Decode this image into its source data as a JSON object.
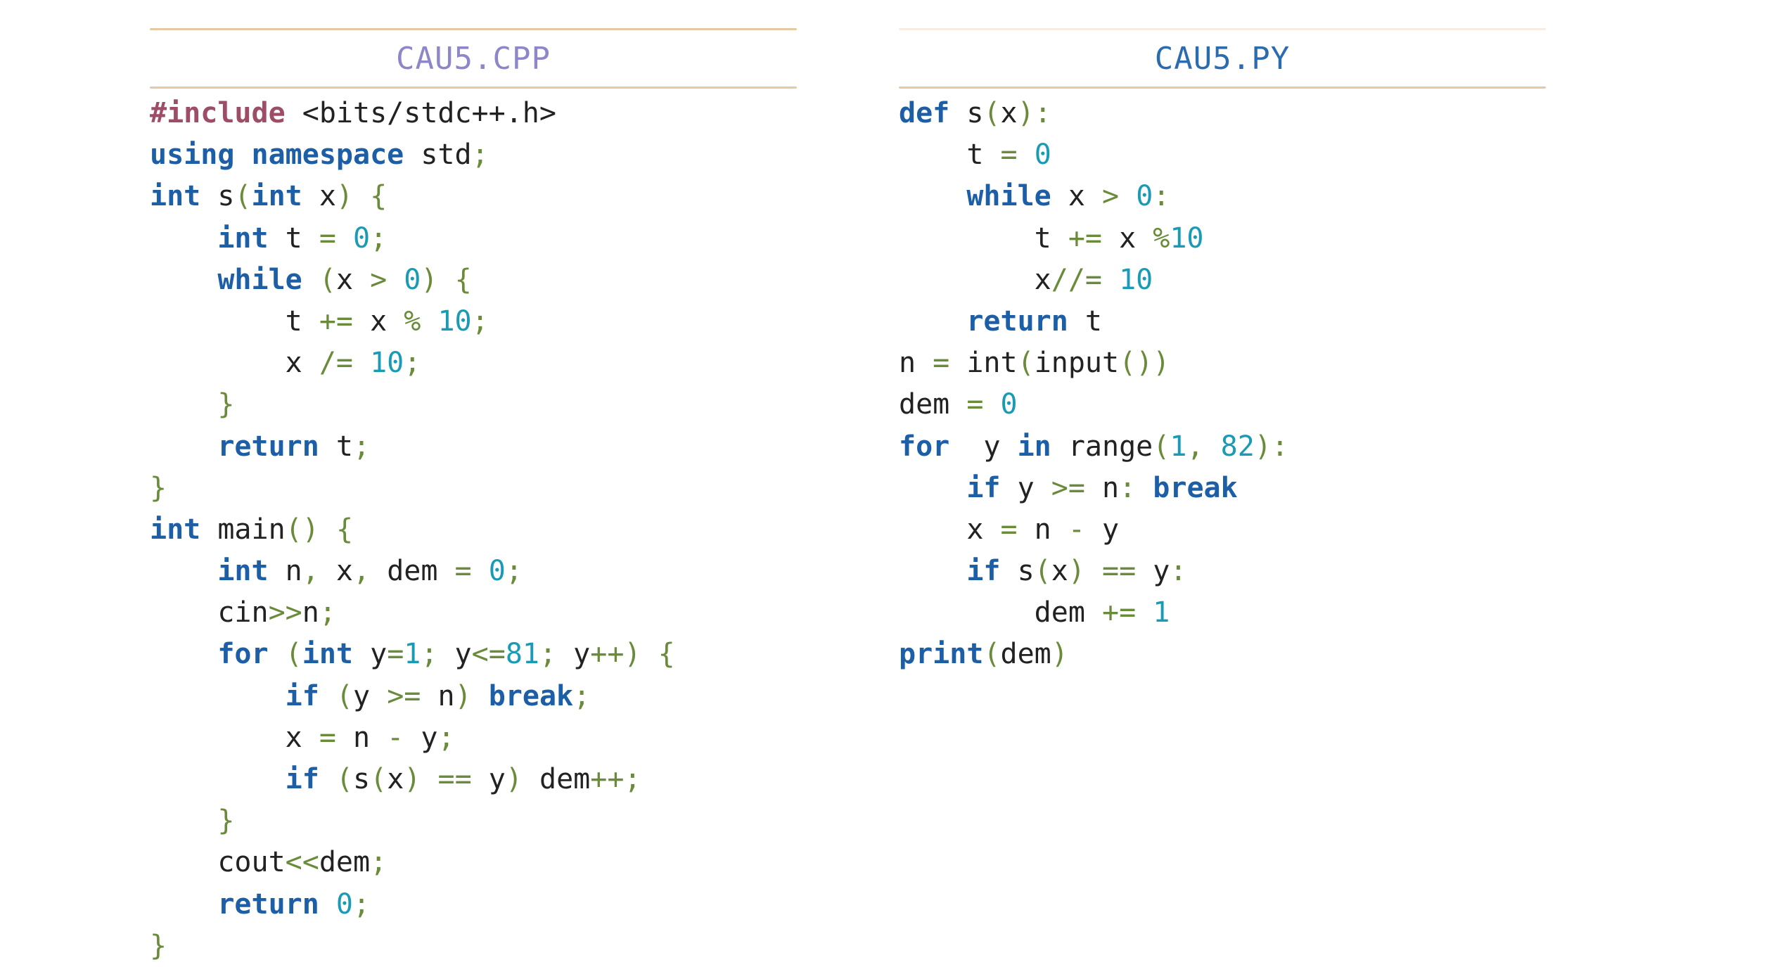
{
  "colors": {
    "keyword": "#1d5fa6",
    "preprocessor": "#9d4e66",
    "number": "#1a9bb5",
    "operator": "#6a8c3a",
    "identifier": "#222222",
    "rule": "#e5c9a3",
    "cpp_title": "#8d86c9",
    "py_title": "#2b6cb0"
  },
  "panels": [
    {
      "title": "CAU5.CPP",
      "lines": [
        [
          [
            "pp",
            "#include"
          ],
          [
            "id",
            " <bits/stdc++.h>"
          ]
        ],
        [
          [
            "kw",
            "using"
          ],
          [
            "id",
            " "
          ],
          [
            "kw",
            "namespace"
          ],
          [
            "id",
            " std"
          ],
          [
            "op",
            ";"
          ]
        ],
        [
          [
            "kw",
            "int"
          ],
          [
            "id",
            " s"
          ],
          [
            "op",
            "("
          ],
          [
            "kw",
            "int"
          ],
          [
            "id",
            " x"
          ],
          [
            "op",
            ")"
          ],
          [
            "id",
            " "
          ],
          [
            "op",
            "{"
          ]
        ],
        [
          [
            "id",
            "    "
          ],
          [
            "kw",
            "int"
          ],
          [
            "id",
            " t "
          ],
          [
            "op",
            "="
          ],
          [
            "id",
            " "
          ],
          [
            "num",
            "0"
          ],
          [
            "op",
            ";"
          ]
        ],
        [
          [
            "id",
            "    "
          ],
          [
            "kw",
            "while"
          ],
          [
            "id",
            " "
          ],
          [
            "op",
            "("
          ],
          [
            "id",
            "x "
          ],
          [
            "op",
            ">"
          ],
          [
            "id",
            " "
          ],
          [
            "num",
            "0"
          ],
          [
            "op",
            ")"
          ],
          [
            "id",
            " "
          ],
          [
            "op",
            "{"
          ]
        ],
        [
          [
            "id",
            "        t "
          ],
          [
            "op",
            "+="
          ],
          [
            "id",
            " x "
          ],
          [
            "op",
            "%"
          ],
          [
            "id",
            " "
          ],
          [
            "num",
            "10"
          ],
          [
            "op",
            ";"
          ]
        ],
        [
          [
            "id",
            "        x "
          ],
          [
            "op",
            "/="
          ],
          [
            "id",
            " "
          ],
          [
            "num",
            "10"
          ],
          [
            "op",
            ";"
          ]
        ],
        [
          [
            "id",
            "    "
          ],
          [
            "op",
            "}"
          ]
        ],
        [
          [
            "id",
            "    "
          ],
          [
            "kw",
            "return"
          ],
          [
            "id",
            " t"
          ],
          [
            "op",
            ";"
          ]
        ],
        [
          [
            "op",
            "}"
          ]
        ],
        [
          [
            "kw",
            "int"
          ],
          [
            "id",
            " main"
          ],
          [
            "op",
            "()"
          ],
          [
            "id",
            " "
          ],
          [
            "op",
            "{"
          ]
        ],
        [
          [
            "id",
            "    "
          ],
          [
            "kw",
            "int"
          ],
          [
            "id",
            " n"
          ],
          [
            "op",
            ","
          ],
          [
            "id",
            " x"
          ],
          [
            "op",
            ","
          ],
          [
            "id",
            " dem "
          ],
          [
            "op",
            "="
          ],
          [
            "id",
            " "
          ],
          [
            "num",
            "0"
          ],
          [
            "op",
            ";"
          ]
        ],
        [
          [
            "id",
            "    cin"
          ],
          [
            "op",
            ">>"
          ],
          [
            "id",
            "n"
          ],
          [
            "op",
            ";"
          ]
        ],
        [
          [
            "id",
            "    "
          ],
          [
            "kw",
            "for"
          ],
          [
            "id",
            " "
          ],
          [
            "op",
            "("
          ],
          [
            "kw",
            "int"
          ],
          [
            "id",
            " y"
          ],
          [
            "op",
            "="
          ],
          [
            "num",
            "1"
          ],
          [
            "op",
            ";"
          ],
          [
            "id",
            " y"
          ],
          [
            "op",
            "<="
          ],
          [
            "num",
            "81"
          ],
          [
            "op",
            ";"
          ],
          [
            "id",
            " y"
          ],
          [
            "op",
            "++)"
          ],
          [
            "id",
            " "
          ],
          [
            "op",
            "{"
          ]
        ],
        [
          [
            "id",
            "        "
          ],
          [
            "kw",
            "if"
          ],
          [
            "id",
            " "
          ],
          [
            "op",
            "("
          ],
          [
            "id",
            "y "
          ],
          [
            "op",
            ">="
          ],
          [
            "id",
            " n"
          ],
          [
            "op",
            ")"
          ],
          [
            "id",
            " "
          ],
          [
            "kw",
            "break"
          ],
          [
            "op",
            ";"
          ]
        ],
        [
          [
            "id",
            "        x "
          ],
          [
            "op",
            "="
          ],
          [
            "id",
            " n "
          ],
          [
            "op",
            "-"
          ],
          [
            "id",
            " y"
          ],
          [
            "op",
            ";"
          ]
        ],
        [
          [
            "id",
            "        "
          ],
          [
            "kw",
            "if"
          ],
          [
            "id",
            " "
          ],
          [
            "op",
            "("
          ],
          [
            "id",
            "s"
          ],
          [
            "op",
            "("
          ],
          [
            "id",
            "x"
          ],
          [
            "op",
            ")"
          ],
          [
            "id",
            " "
          ],
          [
            "op",
            "=="
          ],
          [
            "id",
            " y"
          ],
          [
            "op",
            ")"
          ],
          [
            "id",
            " dem"
          ],
          [
            "op",
            "++;"
          ]
        ],
        [
          [
            "id",
            "    "
          ],
          [
            "op",
            "}"
          ]
        ],
        [
          [
            "id",
            "    cout"
          ],
          [
            "op",
            "<<"
          ],
          [
            "id",
            "dem"
          ],
          [
            "op",
            ";"
          ]
        ],
        [
          [
            "id",
            "    "
          ],
          [
            "kw",
            "return"
          ],
          [
            "id",
            " "
          ],
          [
            "num",
            "0"
          ],
          [
            "op",
            ";"
          ]
        ],
        [
          [
            "op",
            "}"
          ]
        ]
      ]
    },
    {
      "title": "CAU5.PY",
      "lines": [
        [
          [
            "kw",
            "def"
          ],
          [
            "id",
            " s"
          ],
          [
            "op",
            "("
          ],
          [
            "id",
            "x"
          ],
          [
            "op",
            "):"
          ]
        ],
        [
          [
            "id",
            "    t "
          ],
          [
            "op",
            "="
          ],
          [
            "id",
            " "
          ],
          [
            "num",
            "0"
          ]
        ],
        [
          [
            "id",
            "    "
          ],
          [
            "kw",
            "while"
          ],
          [
            "id",
            " x "
          ],
          [
            "op",
            ">"
          ],
          [
            "id",
            " "
          ],
          [
            "num",
            "0"
          ],
          [
            "op",
            ":"
          ]
        ],
        [
          [
            "id",
            "        t "
          ],
          [
            "op",
            "+="
          ],
          [
            "id",
            " x "
          ],
          [
            "op",
            "%"
          ],
          [
            "num",
            "10"
          ]
        ],
        [
          [
            "id",
            "        x"
          ],
          [
            "op",
            "//="
          ],
          [
            "id",
            " "
          ],
          [
            "num",
            "10"
          ]
        ],
        [
          [
            "id",
            "    "
          ],
          [
            "kw",
            "return"
          ],
          [
            "id",
            " t"
          ]
        ],
        [
          [
            "id",
            "n "
          ],
          [
            "op",
            "="
          ],
          [
            "id",
            " int"
          ],
          [
            "op",
            "("
          ],
          [
            "id",
            "input"
          ],
          [
            "op",
            "())"
          ]
        ],
        [
          [
            "id",
            "dem "
          ],
          [
            "op",
            "="
          ],
          [
            "id",
            " "
          ],
          [
            "num",
            "0"
          ]
        ],
        [
          [
            "kw",
            "for"
          ],
          [
            "id",
            "  y "
          ],
          [
            "kw",
            "in"
          ],
          [
            "id",
            " range"
          ],
          [
            "op",
            "("
          ],
          [
            "num",
            "1"
          ],
          [
            "op",
            ","
          ],
          [
            "id",
            " "
          ],
          [
            "num",
            "82"
          ],
          [
            "op",
            "):"
          ]
        ],
        [
          [
            "id",
            "    "
          ],
          [
            "kw",
            "if"
          ],
          [
            "id",
            " y "
          ],
          [
            "op",
            ">="
          ],
          [
            "id",
            " n"
          ],
          [
            "op",
            ":"
          ],
          [
            "id",
            " "
          ],
          [
            "kw",
            "break"
          ]
        ],
        [
          [
            "id",
            "    x "
          ],
          [
            "op",
            "="
          ],
          [
            "id",
            " n "
          ],
          [
            "op",
            "-"
          ],
          [
            "id",
            " y"
          ]
        ],
        [
          [
            "id",
            "    "
          ],
          [
            "kw",
            "if"
          ],
          [
            "id",
            " s"
          ],
          [
            "op",
            "("
          ],
          [
            "id",
            "x"
          ],
          [
            "op",
            ")"
          ],
          [
            "id",
            " "
          ],
          [
            "op",
            "=="
          ],
          [
            "id",
            " y"
          ],
          [
            "op",
            ":"
          ]
        ],
        [
          [
            "id",
            "        dem "
          ],
          [
            "op",
            "+="
          ],
          [
            "id",
            " "
          ],
          [
            "num",
            "1"
          ]
        ],
        [
          [
            "kw",
            "print"
          ],
          [
            "op",
            "("
          ],
          [
            "id",
            "dem"
          ],
          [
            "op",
            ")"
          ]
        ]
      ]
    }
  ]
}
